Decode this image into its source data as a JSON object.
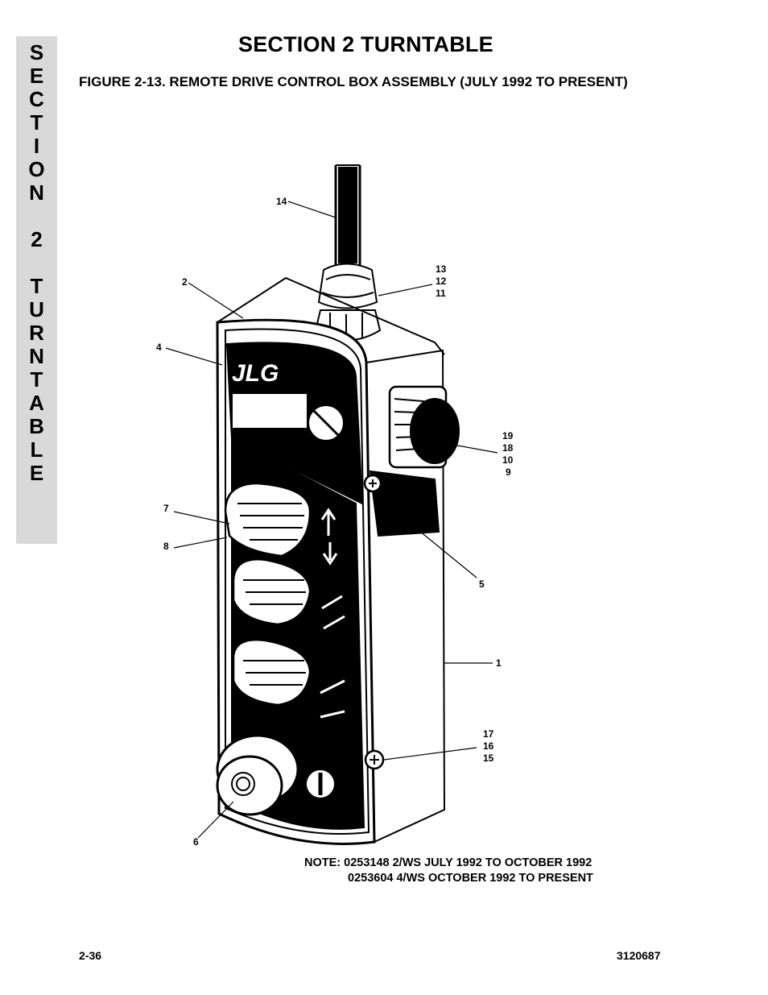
{
  "side_tab": {
    "letters": [
      "S",
      "E",
      "C",
      "T",
      "I",
      "O",
      "N",
      "",
      "2",
      "",
      "T",
      "U",
      "R",
      "N",
      "T",
      "A",
      "B",
      "L",
      "E"
    ]
  },
  "header": {
    "section_title": "SECTION 2  TURNTABLE",
    "figure_title": "FIGURE 2-13.  REMOTE DRIVE CONTROL BOX ASSEMBLY (JULY 1992 TO PRESENT)"
  },
  "figure": {
    "panel_logo": "JLG",
    "callouts": {
      "c14": [
        "14"
      ],
      "c2": [
        "2"
      ],
      "c4": [
        "4"
      ],
      "c13_12_11": [
        "13",
        "12",
        "11"
      ],
      "c19_18_10_9": [
        "19",
        "18",
        "10",
        "9"
      ],
      "c7": [
        "7"
      ],
      "c8": [
        "8"
      ],
      "c5": [
        "5"
      ],
      "c1": [
        "1"
      ],
      "c17_16_15": [
        "17",
        "16",
        "15"
      ],
      "c6": [
        "6"
      ]
    }
  },
  "note": {
    "line1": "NOTE: 0253148 2/WS JULY 1992 TO OCTOBER 1992",
    "line2": "0253604 4/WS OCTOBER 1992 TO PRESENT"
  },
  "footer": {
    "page_number": "2-36",
    "doc_number": "3120687"
  }
}
